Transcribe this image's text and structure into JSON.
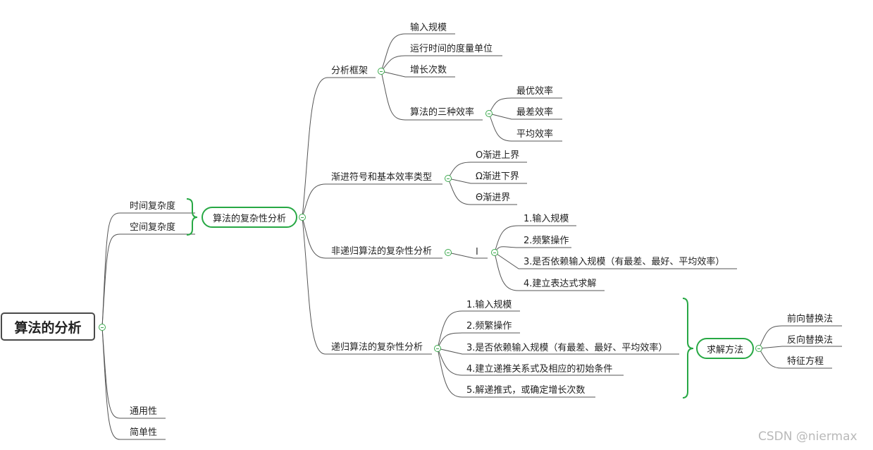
{
  "root": "算法的分析",
  "branches": {
    "time_complexity": "时间复杂度",
    "space_complexity": "空间复杂度",
    "generality": "通用性",
    "simplicity": "简单性"
  },
  "complexity_analysis": {
    "label": "算法的复杂性分析",
    "framework": {
      "label": "分析框架",
      "items": [
        "输入规模",
        "运行时间的度量单位",
        "增长次数",
        "算法的三种效率"
      ],
      "efficiencies": [
        "最优效率",
        "最差效率",
        "平均效率"
      ]
    },
    "asymptotic": {
      "label": "渐进符号和基本效率类型",
      "items": [
        "O渐进上界",
        "Ω渐进下界",
        "Θ渐进界"
      ]
    },
    "nonrecursive": {
      "label": "非递归算法的复杂性分析",
      "items": [
        "1.输入规模",
        "2.频繁操作",
        "3.是否依赖输入规模（有最差、最好、平均效率）",
        "4.建立表达式求解"
      ]
    },
    "recursive": {
      "label": "递归算法的复杂性分析",
      "items": [
        "1.输入规模",
        "2.频繁操作",
        "3.是否依赖输入规模（有最差、最好、平均效率）",
        "4.建立递推关系式及相应的初始条件",
        "5.解递推式，或确定增长次数"
      ],
      "solution": {
        "label": "求解方法",
        "methods": [
          "前向替换法",
          "反向替换法",
          "特征方程"
        ]
      }
    }
  },
  "cursor_glyph": "I",
  "watermark": "CSDN @niermax"
}
